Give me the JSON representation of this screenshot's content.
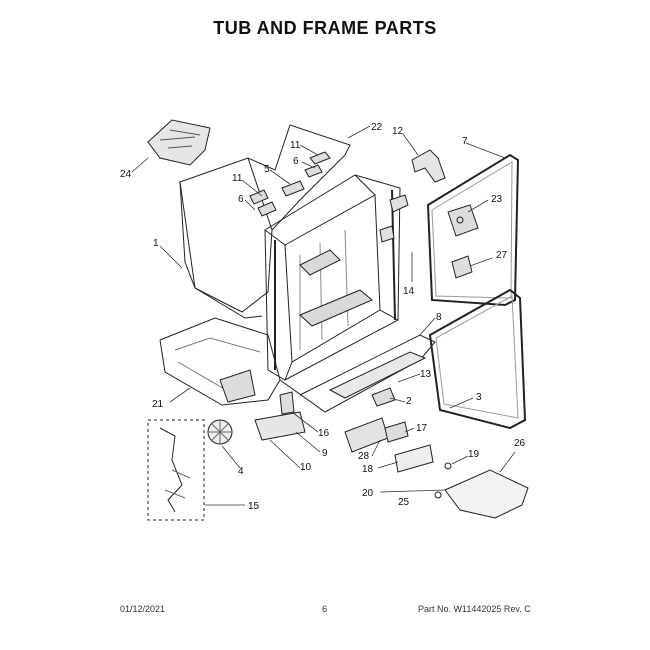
{
  "page": {
    "title": "TUB AND FRAME PARTS"
  },
  "callouts": {
    "c1": "1",
    "c2": "2",
    "c3": "3",
    "c4": "4",
    "c5": "5",
    "c6a": "6",
    "c6b": "6",
    "c7": "7",
    "c8": "8",
    "c9": "9",
    "c10": "10",
    "c11a": "11",
    "c11b": "11",
    "c12": "12",
    "c13": "13",
    "c14": "14",
    "c15": "15",
    "c16": "16",
    "c17": "17",
    "c18": "18",
    "c19": "19",
    "c20": "20",
    "c21": "21",
    "c22": "22",
    "c23": "23",
    "c24": "24",
    "c25": "25",
    "c26": "26",
    "c27": "27",
    "c28": "28"
  },
  "footer": {
    "date": "01/12/2021",
    "page_number": "6",
    "part_number": "Part No. W11442025  Rev. C"
  }
}
